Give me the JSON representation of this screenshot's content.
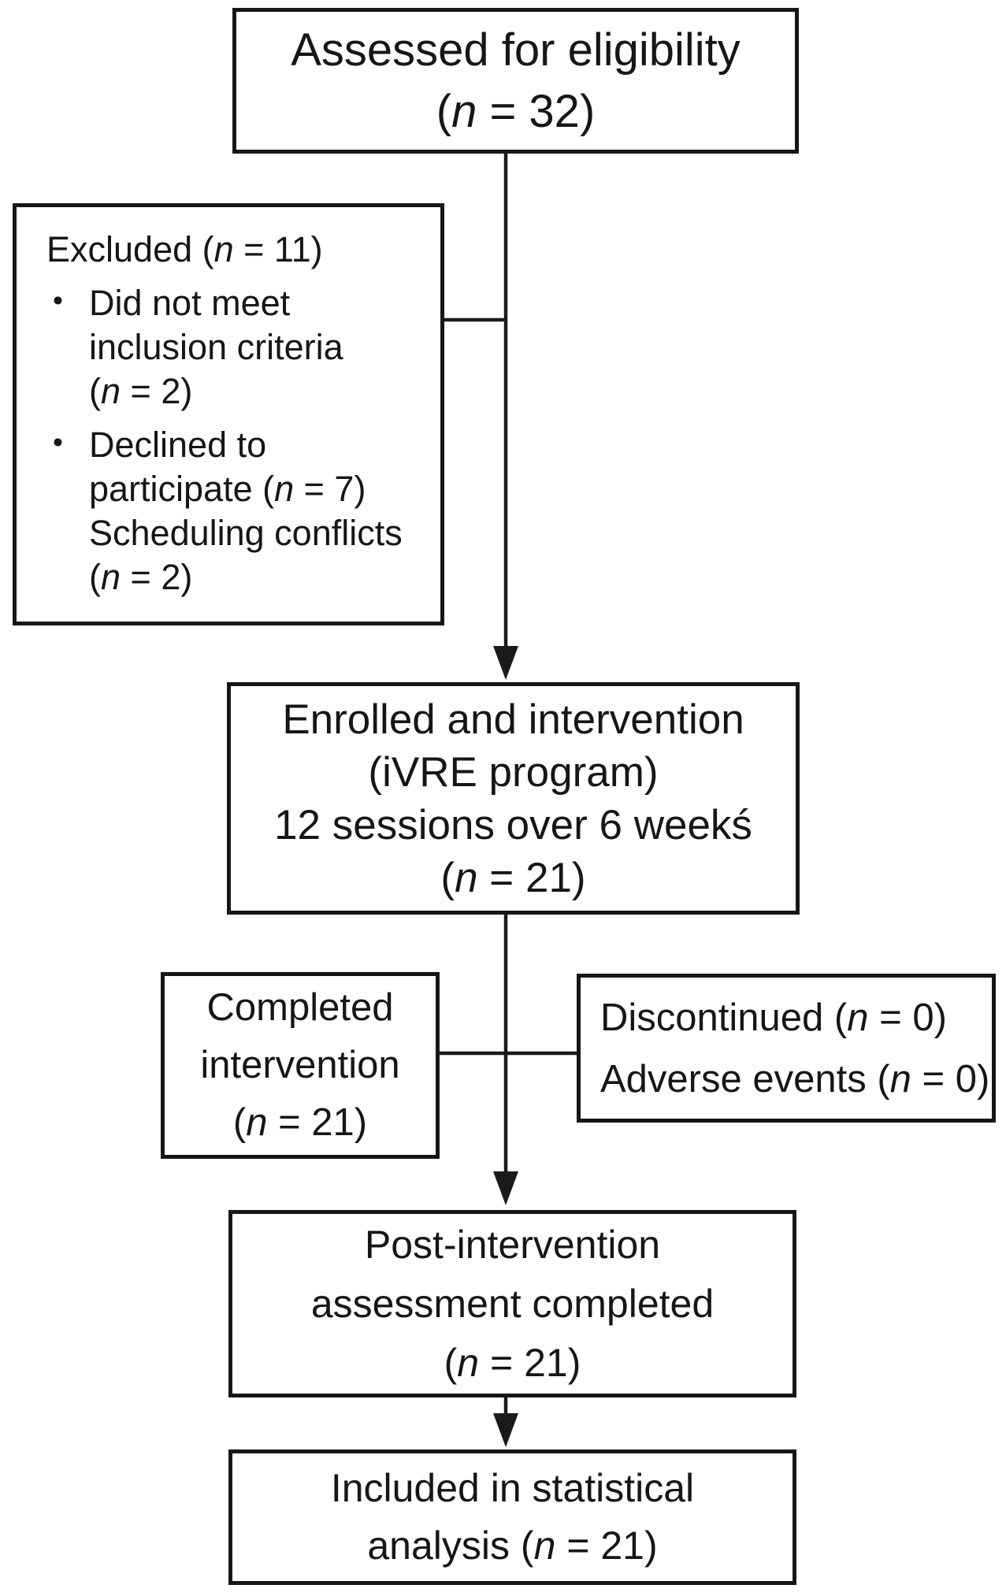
{
  "figure": {
    "kind": "participant-flow-diagram"
  },
  "colors": {
    "line": "#1a1a1a",
    "box_border": "#161616",
    "box_background": "#ffffff",
    "text": "#161616",
    "page_background": "#ffffff"
  },
  "boxes": {
    "assessed": {
      "lines": [
        {
          "kind": "center",
          "segs": [
            {
              "t": "Assessed for eligibility"
            }
          ]
        },
        {
          "kind": "center",
          "segs": [
            {
              "t": "("
            },
            {
              "t": "n",
              "i": true
            },
            {
              "t": " = 32)"
            }
          ]
        }
      ]
    },
    "excluded": {
      "lines": [
        {
          "kind": "title",
          "segs": [
            {
              "t": "Excluded ("
            },
            {
              "t": "n",
              "i": true
            },
            {
              "t": " = 11)"
            }
          ]
        },
        {
          "kind": "bullet",
          "segs": [
            {
              "t": "Did not meet"
            }
          ]
        },
        {
          "kind": "cont",
          "segs": [
            {
              "t": "inclusion criteria"
            }
          ]
        },
        {
          "kind": "cont",
          "segs": [
            {
              "t": "("
            },
            {
              "t": "n",
              "i": true
            },
            {
              "t": " = 2)"
            }
          ]
        },
        {
          "kind": "bullet",
          "segs": [
            {
              "t": "Declined to"
            }
          ]
        },
        {
          "kind": "cont",
          "segs": [
            {
              "t": "participate ("
            },
            {
              "t": "n",
              "i": true
            },
            {
              "t": " = 7)"
            }
          ]
        },
        {
          "kind": "cont",
          "segs": [
            {
              "t": "Scheduling conflicts"
            }
          ]
        },
        {
          "kind": "cont",
          "segs": [
            {
              "t": "("
            },
            {
              "t": "n",
              "i": true
            },
            {
              "t": " = 2)"
            }
          ]
        }
      ]
    },
    "enrolled": {
      "lines": [
        {
          "kind": "center",
          "segs": [
            {
              "t": "Enrolled and intervention"
            }
          ]
        },
        {
          "kind": "center",
          "segs": [
            {
              "t": "(iVRE program)"
            }
          ]
        },
        {
          "kind": "center",
          "segs": [
            {
              "t": "12 sessions over 6 weekś"
            }
          ]
        },
        {
          "kind": "center",
          "segs": [
            {
              "t": "("
            },
            {
              "t": "n",
              "i": true
            },
            {
              "t": " = 21)"
            }
          ]
        }
      ]
    },
    "completed": {
      "lines": [
        {
          "kind": "center",
          "segs": [
            {
              "t": "Completed"
            }
          ]
        },
        {
          "kind": "center",
          "segs": [
            {
              "t": "intervention"
            }
          ]
        },
        {
          "kind": "center",
          "segs": [
            {
              "t": "("
            },
            {
              "t": "n",
              "i": true
            },
            {
              "t": " = 21)"
            }
          ]
        }
      ]
    },
    "discontinued": {
      "lines": [
        {
          "kind": "left",
          "segs": [
            {
              "t": "Discontinued ("
            },
            {
              "t": "n",
              "i": true
            },
            {
              "t": " = 0)"
            }
          ]
        },
        {
          "kind": "left",
          "segs": [
            {
              "t": "Adverse events ("
            },
            {
              "t": "n",
              "i": true
            },
            {
              "t": " = 0)"
            }
          ]
        }
      ]
    },
    "post": {
      "lines": [
        {
          "kind": "center",
          "segs": [
            {
              "t": "Post-intervention"
            }
          ]
        },
        {
          "kind": "center",
          "segs": [
            {
              "t": "assessment completed"
            }
          ]
        },
        {
          "kind": "center",
          "segs": [
            {
              "t": "("
            },
            {
              "t": "n",
              "i": true
            },
            {
              "t": " = 21)"
            }
          ]
        }
      ]
    },
    "included": {
      "lines": [
        {
          "kind": "center",
          "segs": [
            {
              "t": "Included in statistical"
            }
          ]
        },
        {
          "kind": "center",
          "segs": [
            {
              "t": "analysis ("
            },
            {
              "t": "n",
              "i": true
            },
            {
              "t": " = 21)"
            }
          ]
        }
      ]
    }
  }
}
